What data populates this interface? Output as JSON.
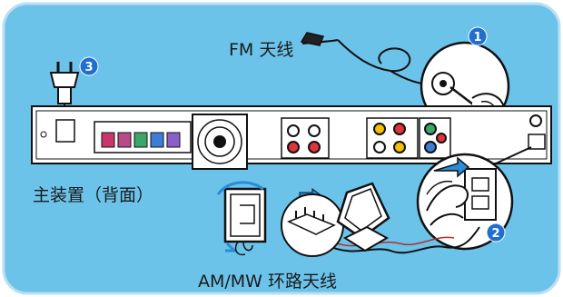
{
  "labels": {
    "fm_antenna": "FM 天线",
    "main_unit_back": "主装置（背面）",
    "am_mw_loop_antenna": "AM/MW 环路天线"
  },
  "steps": {
    "step1": "1",
    "step2": "2",
    "step3": "3"
  },
  "colors": {
    "background_panel": "#6cc3ea",
    "panel_border": "#b9dff3",
    "step_badge": "#1f6fd1",
    "device": "#ffffff",
    "outline": "#111111"
  }
}
